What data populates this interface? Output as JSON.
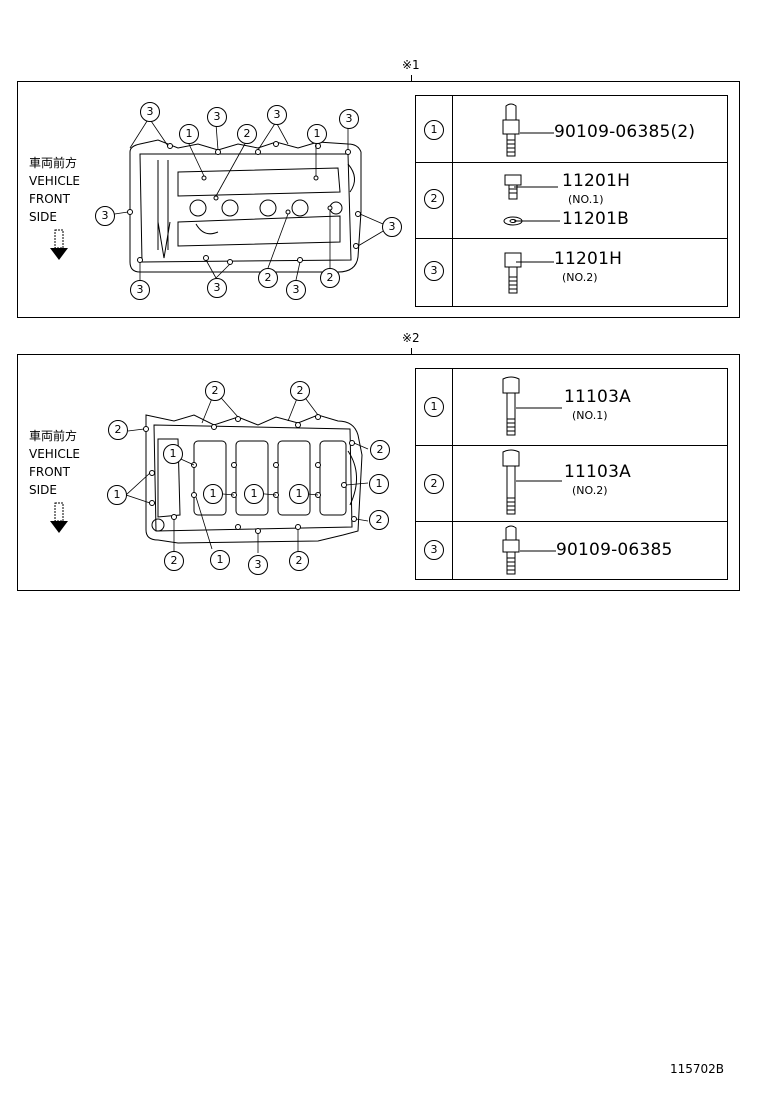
{
  "section1": {
    "marker": "※1",
    "side_label": [
      "車両前方",
      "VEHICLE",
      "FRONT",
      "SIDE"
    ],
    "rows": [
      {
        "index": "1",
        "part": "90109-06385(2)",
        "sub": ""
      },
      {
        "index": "2",
        "part": "11201H",
        "sub": "(NO.1)",
        "part2": "11201B"
      },
      {
        "index": "3",
        "part": "11201H",
        "sub": "(NO.2)"
      }
    ]
  },
  "section2": {
    "marker": "※2",
    "side_label": [
      "車両前方",
      "VEHICLE",
      "FRONT",
      "SIDE"
    ],
    "rows": [
      {
        "index": "1",
        "part": "11103A",
        "sub": "(NO.1)"
      },
      {
        "index": "2",
        "part": "11103A",
        "sub": "(NO.2)"
      },
      {
        "index": "3",
        "part": "90109-06385",
        "sub": ""
      }
    ]
  },
  "callouts": {
    "one": "1",
    "two": "2",
    "three": "3"
  },
  "reference_number": "115702B"
}
